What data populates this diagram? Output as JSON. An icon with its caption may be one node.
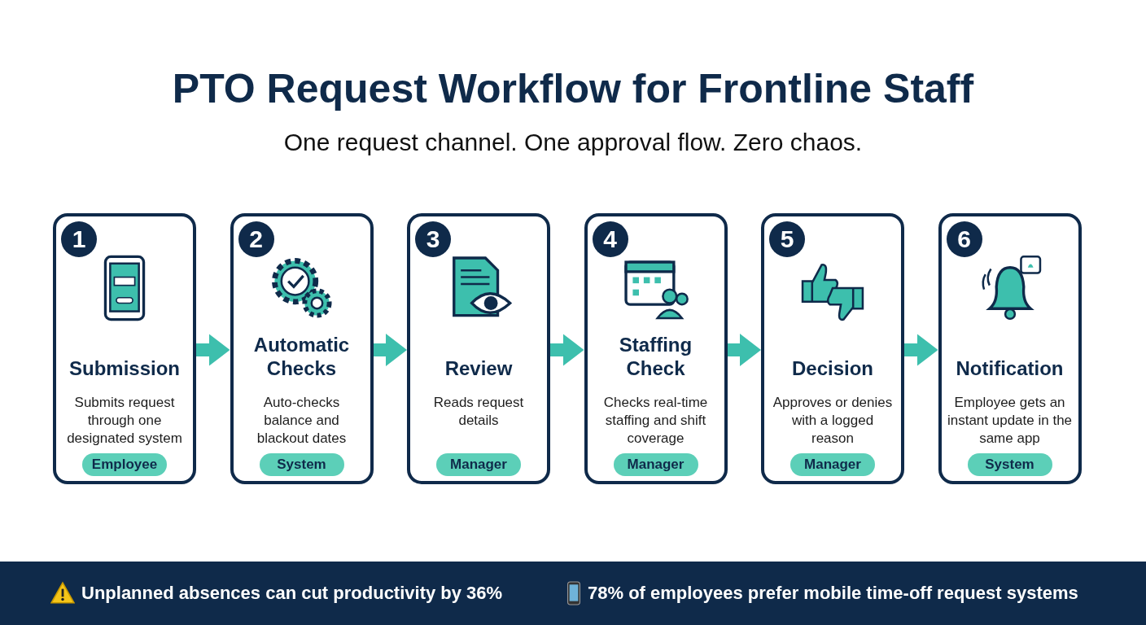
{
  "diagram": {
    "title": "PTO Request Workflow for Frontline Staff",
    "nodes": [
      {
        "text": [
          "Submission",
          "Submits request through one designated system"
        ]
      },
      {
        "text": [
          "1"
        ],
        "in": 0
      },
      {
        "text": [
          "Employee"
        ],
        "in": 0
      },
      {
        "text": [
          "Automatic Checks",
          "Auto-checks balance and blackout dates"
        ]
      },
      {
        "text": [
          "2"
        ],
        "in": 3
      },
      {
        "text": [
          "System"
        ],
        "in": 3
      },
      {
        "text": [
          "Review",
          "Reads request details"
        ]
      },
      {
        "text": [
          "3"
        ],
        "in": 6
      },
      {
        "text": [
          "Manager"
        ],
        "in": 6
      },
      {
        "text": [
          "Staffing Check",
          "Checks real-time staffing and shift coverage"
        ]
      },
      {
        "text": [
          "4"
        ],
        "in": 9
      },
      {
        "text": [
          "Manager"
        ],
        "in": 9
      },
      {
        "text": [
          "Decision",
          "Approves or denies with a logged reason"
        ]
      },
      {
        "text": [
          "5"
        ],
        "in": 12
      },
      {
        "text": [
          "Manager"
        ],
        "in": 12
      },
      {
        "text": [
          "Notification",
          "Employee gets an instant update in the same app"
        ]
      },
      {
        "text": [
          "6"
        ],
        "in": 15
      },
      {
        "text": [
          "System"
        ],
        "in": 15
      }
    ],
    "edges": [
      {
        "from": 0,
        "to": 3,
        "arrow": "to"
      },
      {
        "from": 3,
        "to": 6,
        "arrow": "to"
      },
      {
        "from": 6,
        "to": 9,
        "arrow": "to"
      },
      {
        "from": 9,
        "to": 12,
        "arrow": "to"
      },
      {
        "from": 12,
        "to": 15,
        "arrow": "to"
      }
    ],
    "labels": [
      "One request channel. One approval flow. Zero chaos.",
      "Unplanned absences can cut productivity by 36%",
      "78% of employees prefer mobile time-off request systems"
    ]
  }
}
